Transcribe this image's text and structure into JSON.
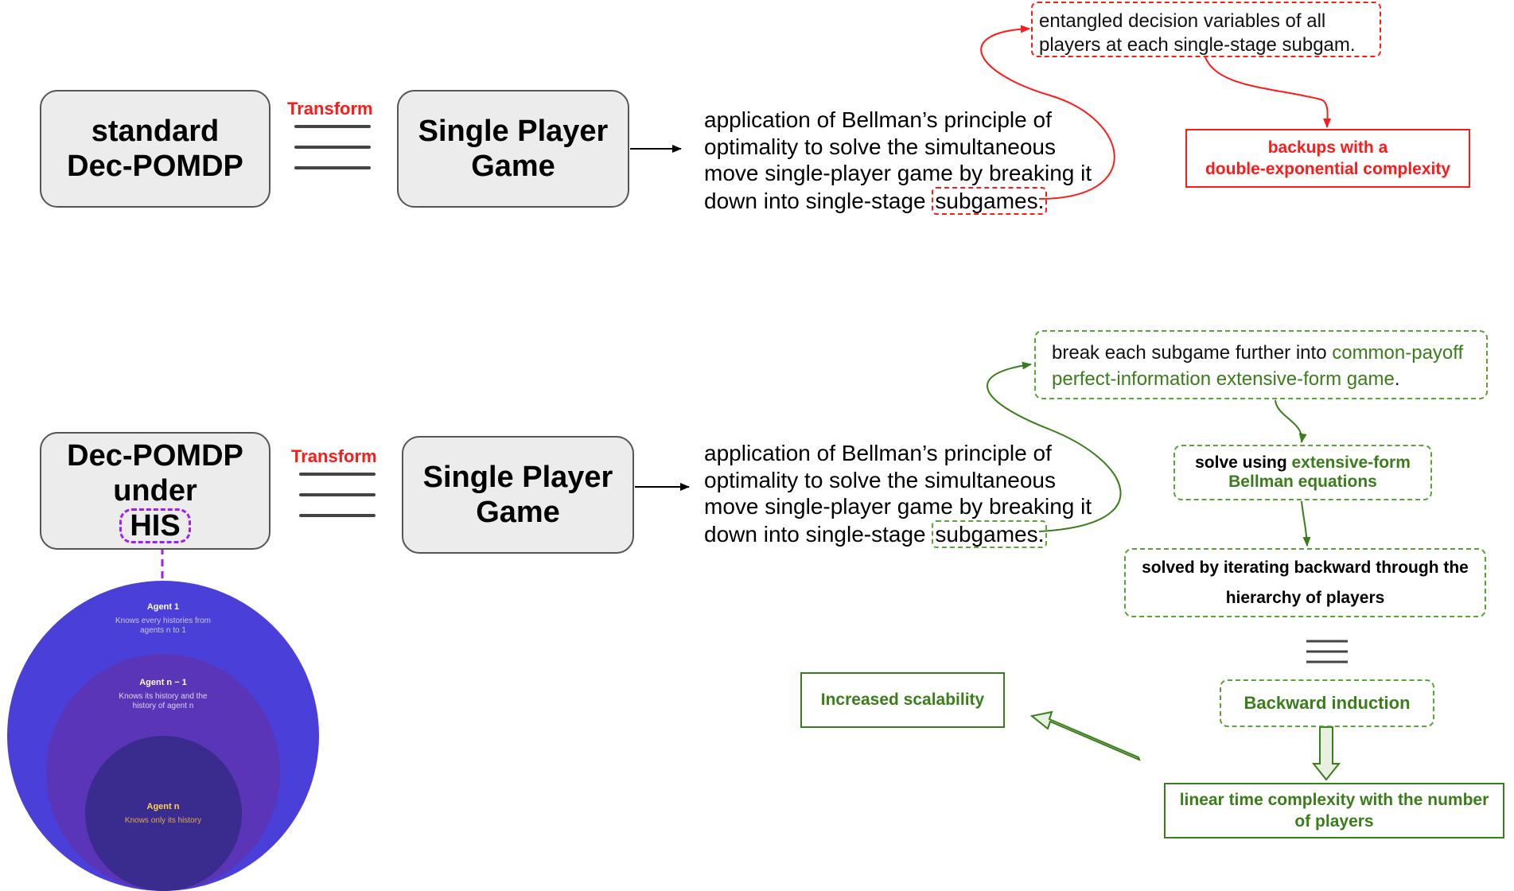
{
  "top": {
    "box1_line1": "standard",
    "box1_line2": "Dec-POMDP",
    "transform": "Transform",
    "box2_line1": "Single Player",
    "box2_line2": "Game",
    "para": [
      "application of Bellman’s principle of",
      "optimality to solve the simultaneous",
      "move single-player game by breaking it",
      "down into single-stage"
    ],
    "subgames": "subgames.",
    "note_line1": "entangled decision variables of all",
    "note_line2": "players at each single-stage subgam.",
    "result_line1": "backups with a",
    "result_line2": "double-exponential complexity"
  },
  "bottom": {
    "box1_line1": "Dec-POMDP",
    "box1_line2": "under",
    "box1_line3": "HIS",
    "transform": "Transform",
    "box2_line1": "Single Player",
    "box2_line2": "Game",
    "para": [
      "application of Bellman’s principle of",
      "optimality to solve the simultaneous",
      "move single-player game by breaking it",
      "down into single-stage"
    ],
    "subgames": "subgames.",
    "break_prefix": "break each subgame further into ",
    "break_green1": "common-payoff",
    "break_green2": "perfect-information extensive-form game",
    "break_suffix": ".",
    "solve_prefix": "solve using ",
    "solve_green1": "extensive-form",
    "solve_green2": "Bellman equations",
    "iter_line1": "solved by iterating backward through the",
    "iter_line2": "hierarchy of players",
    "backward": "Backward induction",
    "linear_line1": "linear time complexity with the number",
    "linear_line2": "of players",
    "scal": "Increased scalability"
  },
  "hierarchy": {
    "agent1_title": "Agent 1",
    "agent1_desc1": "Knows every histories from",
    "agent1_desc2": "agents n to 1",
    "agentn1_title": "Agent n − 1",
    "agentn1_desc1": "Knows  its  history and the",
    "agentn1_desc2": "history of agent n",
    "agentn_title": "Agent n",
    "agentn_desc": "Knows only  its  history"
  },
  "colors": {
    "red": "#ff1a1a",
    "green": "#3a7d1a",
    "green_dashed": "#5aa33a",
    "purple": "#a020f0",
    "box_fill": "#ececec",
    "circle_outer": "#4a3fd8",
    "circle_middle": "#5b35b8",
    "circle_inner": "#3a2b8f",
    "agent_n_label": "#ffd24a"
  }
}
